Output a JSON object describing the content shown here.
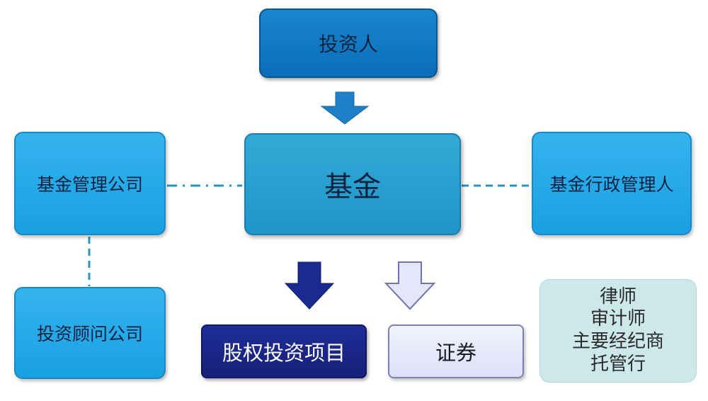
{
  "nodes": {
    "investor": "投资人",
    "fund": "基金",
    "fund_manager": "基金管理公司",
    "fund_admin": "基金行政管理人",
    "investment_advisor": "投资顾问公司",
    "equity_project": "股权投资项目",
    "securities": "证券",
    "service_providers": [
      "律师",
      "审计师",
      "主要经纪商",
      "托管行"
    ]
  },
  "colors": {
    "dark_blue": "#0b6db8",
    "light_blue": "#19a0e3",
    "fund_blue": "#1f96c8",
    "navy": "#16207a",
    "lavender": "#dcdff7",
    "mint": "#cde8ea",
    "connector": "#2d93bd"
  }
}
